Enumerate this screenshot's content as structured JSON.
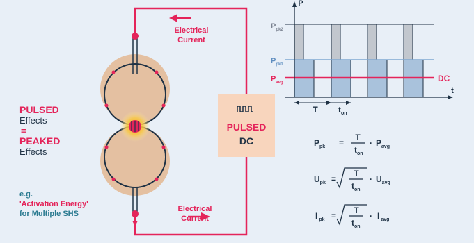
{
  "colors": {
    "background": "#e8eff7",
    "accent_red": "#e4245a",
    "sphere": "#e4c0a1",
    "navy": "#1f3245",
    "teal_text": "#2a7a90",
    "bar_gray": "#c2c7ce",
    "bar_blue": "#a9c2dc",
    "line_blue": "#7fa8d2",
    "box_fill": "#f8d5bd"
  },
  "left_text": {
    "pulsed": "PULSED",
    "effects_1": "Effects",
    "equals": "=",
    "peaked": "PEAKED",
    "effects_2": "Effects",
    "eg": "e.g.",
    "activation": "'Activation Energy'",
    "multiple": "for Multiple SHS"
  },
  "circuit": {
    "top_label_1": "Electrical",
    "top_label_2": "Current",
    "bottom_label_1": "Electrical",
    "bottom_label_2": "Current"
  },
  "source_box": {
    "line1": "PULSED",
    "line2": "DC",
    "icon": "pulse-wave-icon"
  },
  "chart": {
    "y_axis": "P",
    "x_axis": "t",
    "p_pk2": "P",
    "p_pk2_sub": "pk2",
    "p_pk1": "P",
    "p_pk1_sub": "pk1",
    "p_avg": "P",
    "p_avg_sub": "avg",
    "dc": "DC",
    "period": "T",
    "t_on": "t",
    "t_on_sub": "on"
  },
  "equations": {
    "eq1_lhs": "P",
    "eq1_lhs_sub": "pk",
    "eq2_lhs": "U",
    "eq2_lhs_sub": "pk",
    "eq3_lhs": "I",
    "eq3_lhs_sub": "pk",
    "equals": "=",
    "numerator": "T",
    "denominator": "t",
    "denominator_sub": "on",
    "dot": "·",
    "eq1_rhs": "P",
    "eq1_rhs_sub": "avg",
    "eq2_rhs": "U",
    "eq2_rhs_sub": "avg",
    "eq3_rhs": "I",
    "eq3_rhs_sub": "avg"
  }
}
